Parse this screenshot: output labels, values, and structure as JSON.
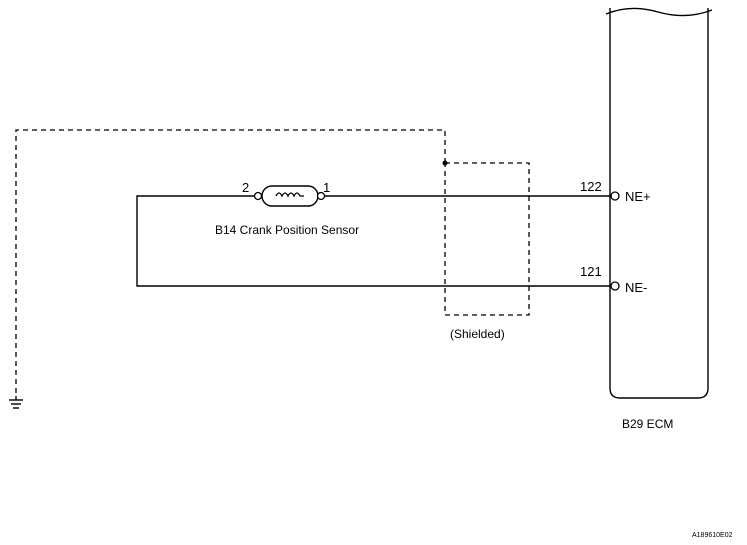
{
  "sensor": {
    "label": "B14 Crank Position Sensor",
    "pin_left": "2",
    "pin_right": "1"
  },
  "ecm": {
    "label": "B29 ECM",
    "terminals": [
      {
        "pin": "122",
        "name": "NE+"
      },
      {
        "pin": "121",
        "name": "NE-"
      }
    ]
  },
  "shield": {
    "label": "(Shielded)"
  },
  "figure_code": "A189610E02"
}
